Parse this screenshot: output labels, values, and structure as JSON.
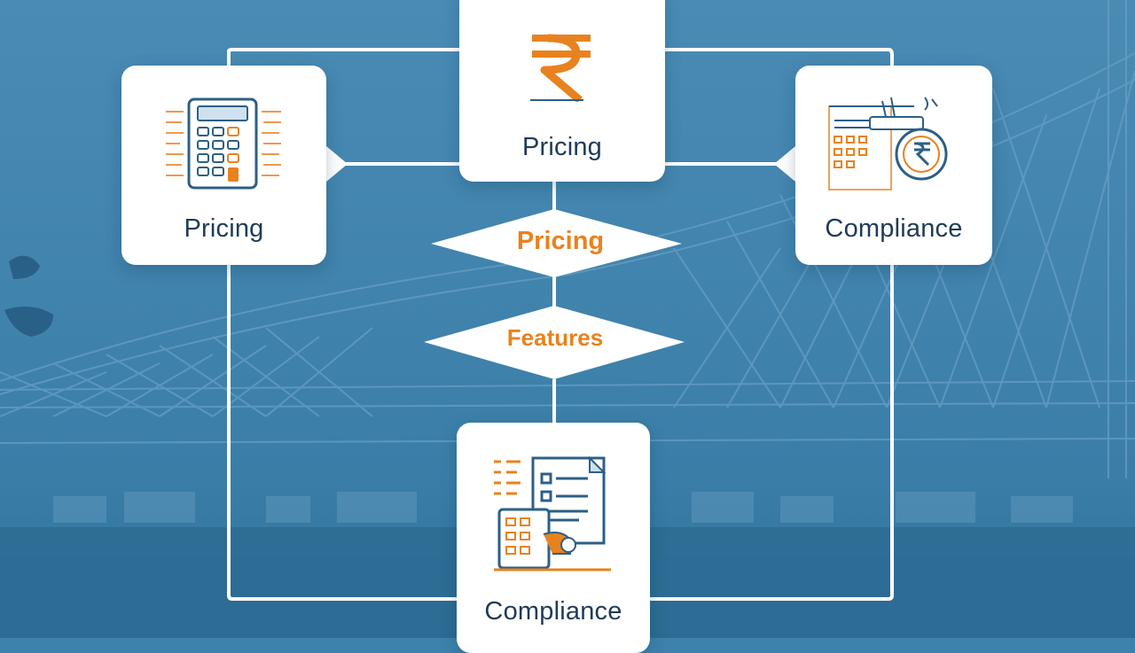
{
  "diagram": {
    "nodes": {
      "top": {
        "label": "Pricing",
        "icon": "rupee-icon"
      },
      "left": {
        "label": "Pricing",
        "icon": "calculator-icon"
      },
      "right": {
        "label": "Compliance",
        "icon": "compliance-ledger-icon"
      },
      "bottom": {
        "label": "Compliance",
        "icon": "document-icon"
      }
    },
    "decisions": [
      {
        "label": "Pricing"
      },
      {
        "label": "Features"
      }
    ]
  },
  "colors": {
    "background": "#3d82ac",
    "accent": "#e8821e",
    "icon_blue": "#2d5f86",
    "text": "#1f3b57",
    "card": "#ffffff"
  }
}
